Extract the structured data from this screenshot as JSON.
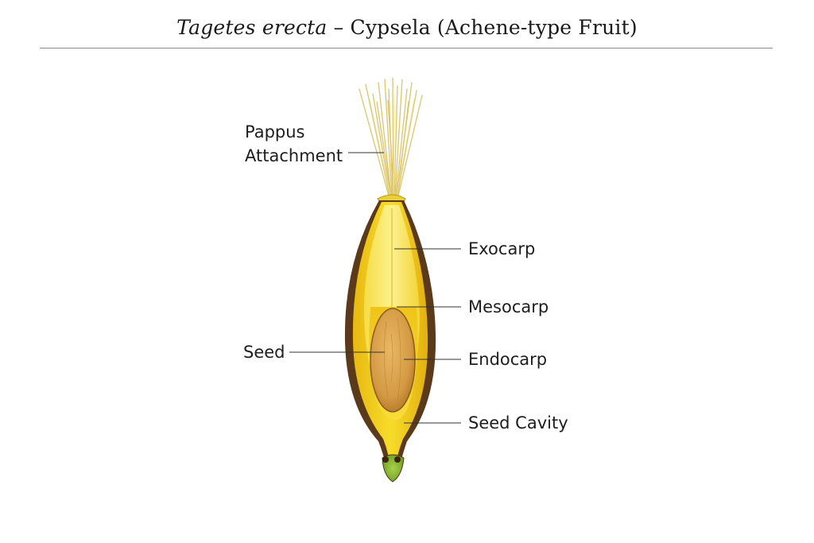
{
  "title": {
    "species": "Tagetes erecta",
    "rest": " – Cypsela (Achene-type Fruit)"
  },
  "labels": {
    "pappus_line1": "Pappus",
    "pappus_line2": "Attachment",
    "exocarp": "Exocarp",
    "mesocarp": "Mesocarp",
    "seed": "Seed",
    "endocarp": "Endocarp",
    "seed_cavity": "Seed Cavity"
  },
  "colors": {
    "outer_brown": "#5a3a1a",
    "pericarp_yellow": "#f2d21a",
    "inner_yellow": "#fbec6a",
    "seed_tan": "#d9a24a",
    "tip_green": "#8cbf3a",
    "pappus": "#e2cf73"
  }
}
